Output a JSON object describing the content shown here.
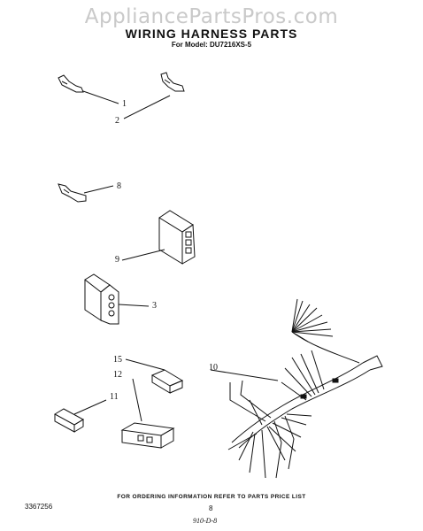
{
  "watermark": "AppliancePartsPros.com",
  "title": "WIRING HARNESS PARTS",
  "model": "For Model: DU7216XS-5",
  "callouts": {
    "c1": "1",
    "c2": "2",
    "c8": "8",
    "c9": "9",
    "c3": "3",
    "c10": "10",
    "c15": "15",
    "c12": "12",
    "c11": "11"
  },
  "footer": {
    "note": "FOR ORDERING INFORMATION REFER TO PARTS PRICE LIST",
    "doc_number": "3367256",
    "page_number": "8",
    "handwritten": "910-D-8"
  }
}
